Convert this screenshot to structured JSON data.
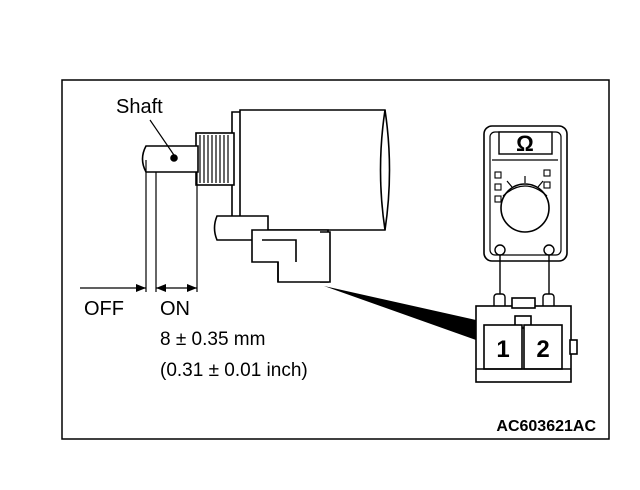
{
  "labels": {
    "shaft": "Shaft",
    "off": "OFF",
    "on": "ON",
    "dimension_mm": "8 ± 0.35 mm",
    "dimension_inch": "(0.31 ± 0.01 inch)",
    "figure_id": "AC603621AC"
  },
  "meter": {
    "symbol": "Ω"
  },
  "connector": {
    "terminal_1": "1",
    "terminal_2": "2"
  }
}
